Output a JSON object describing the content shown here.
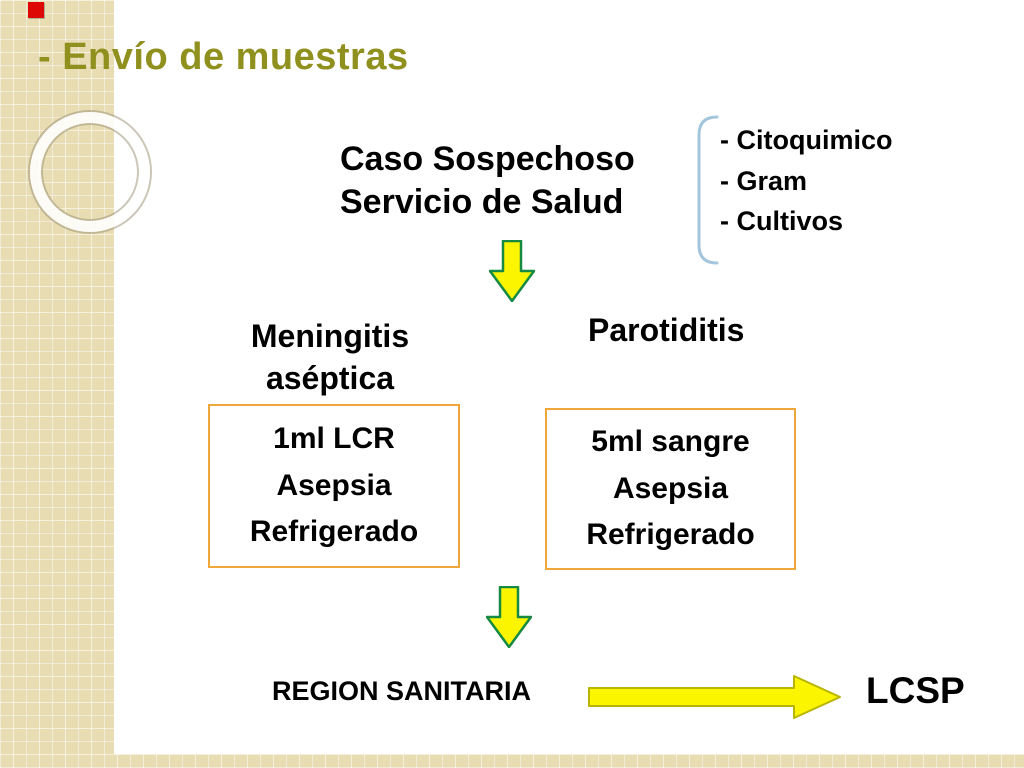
{
  "slide": {
    "title": "- Envío de muestras"
  },
  "flow": {
    "source": {
      "lines": [
        "Caso Sospechoso",
        "Servicio de Salud"
      ]
    },
    "tests": [
      "- Citoquimico",
      "- Gram",
      "- Cultivos"
    ],
    "branches": [
      {
        "label_lines": [
          "Meningitis",
          "aséptica"
        ],
        "box_lines": [
          "1ml LCR",
          "Asepsia",
          "Refrigerado"
        ]
      },
      {
        "label_lines": [
          "Parotiditis"
        ],
        "box_lines": [
          "5ml sangre",
          "Asepsia",
          "Refrigerado"
        ]
      }
    ],
    "destination": {
      "region": "REGION SANITARIA",
      "lab": "LCSP"
    }
  },
  "icons": {
    "down_arrow": "block-down-arrow",
    "right_arrow": "block-right-arrow",
    "bracket": "left-square-bracket"
  },
  "colors": {
    "title_text": "#90901e",
    "body_text": "#000000",
    "box_border": "#f0a73a",
    "arrow_fill": "#fbf600",
    "down_arrow_stroke": "#168a42",
    "right_arrow_stroke": "#b8b400",
    "bracket_stroke": "#a3c6dc",
    "texture_base": "#e8ddb2",
    "accent_square": "#dd0806"
  }
}
